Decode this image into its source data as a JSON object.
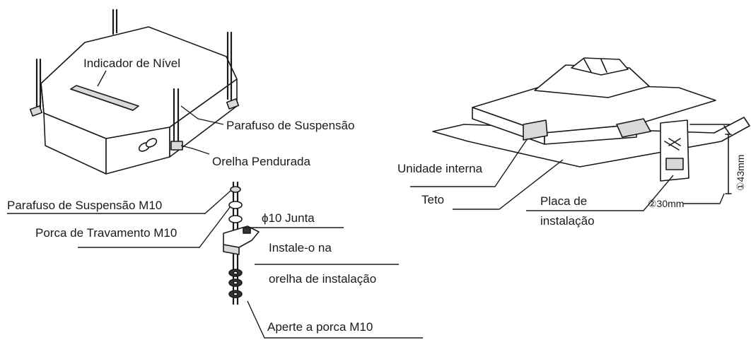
{
  "labels": {
    "indicador_nivel": "Indicador de Nível",
    "parafuso_suspensao": "Parafuso de Suspensão",
    "orelha_pendurada": "Orelha Pendurada",
    "parafuso_suspensao_m10": "Parafuso de Suspensão M10",
    "porca_travamento_m10": "Porca de Travamento M10",
    "junta_10": "ϕ10 Junta",
    "instale_line1": "Instale-o na",
    "instale_line2": "orelha de instalação",
    "aperte_porca": "Aperte a porca M10",
    "unidade_interna": "Unidade interna",
    "teto": "Teto",
    "placa_line1": "Placa de",
    "placa_line2": "instalação",
    "dim_30": "②30mm",
    "dim_43": "①43mm"
  }
}
